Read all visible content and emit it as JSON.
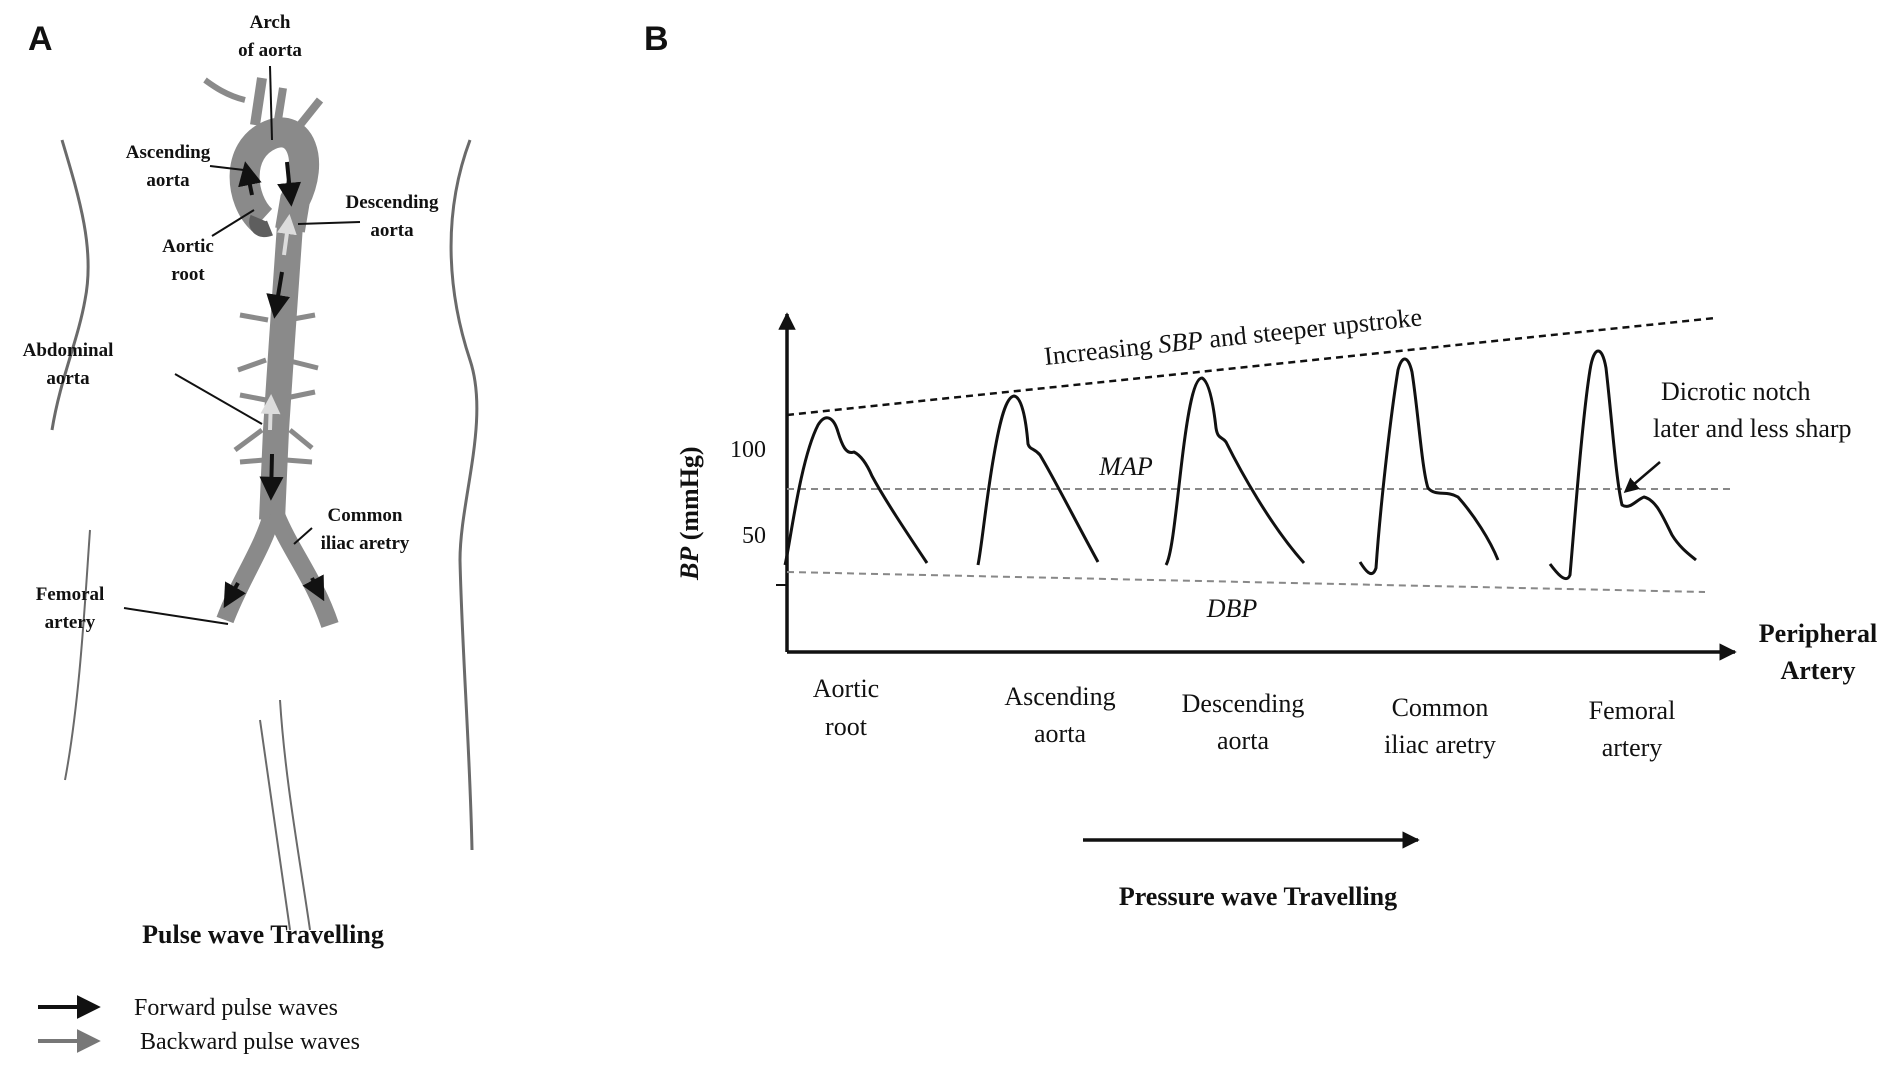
{
  "panel_a": {
    "letter": "A",
    "labels": {
      "arch_1": "Arch",
      "arch_2": "of aorta",
      "ascending_1": "Ascending",
      "ascending_2": "aorta",
      "descending_1": "Descending",
      "descending_2": "aorta",
      "aortic_root_1": "Aortic",
      "aortic_root_2": "root",
      "abdominal_1": "Abdominal",
      "abdominal_2": "aorta",
      "iliac_1": "Common",
      "iliac_2": "iliac aretry",
      "femoral_1": "Femoral",
      "femoral_2": "artery"
    },
    "title": "Pulse wave Travelling",
    "legend": {
      "forward": "Forward pulse waves",
      "backward": "Backward pulse waves"
    }
  },
  "panel_b": {
    "letter": "B",
    "y_axis_label_italic": "BP",
    "y_axis_label_rest": " (mmHg)",
    "tick_100": "100",
    "tick_50": "50",
    "top_line_pre": "Increasing ",
    "top_line_italic": "SBP",
    "top_line_post": " and steeper upstroke",
    "map_label": "MAP",
    "dbp_label": "DBP",
    "notch_label_1": "Dicrotic notch",
    "notch_label_2": "later and less sharp",
    "x_axis_label_1": "Peripheral",
    "x_axis_label_2": "Artery",
    "sites": [
      {
        "line1": "Aortic",
        "line2": "root"
      },
      {
        "line1": "Ascending",
        "line2": "aorta"
      },
      {
        "line1": "Descending",
        "line2": "aorta"
      },
      {
        "line1": "Common",
        "line2": "iliac aretry"
      },
      {
        "line1": "Femoral",
        "line2": "artery"
      }
    ],
    "bottom_title": "Pressure wave Travelling"
  },
  "colors": {
    "ink": "#111111",
    "vessel": "#8a8a8a",
    "vessel_dark": "#5e5e5e",
    "body_outline": "#6a6a6a",
    "backward_arrow": "#777777",
    "dashed_grey": "#888888"
  }
}
